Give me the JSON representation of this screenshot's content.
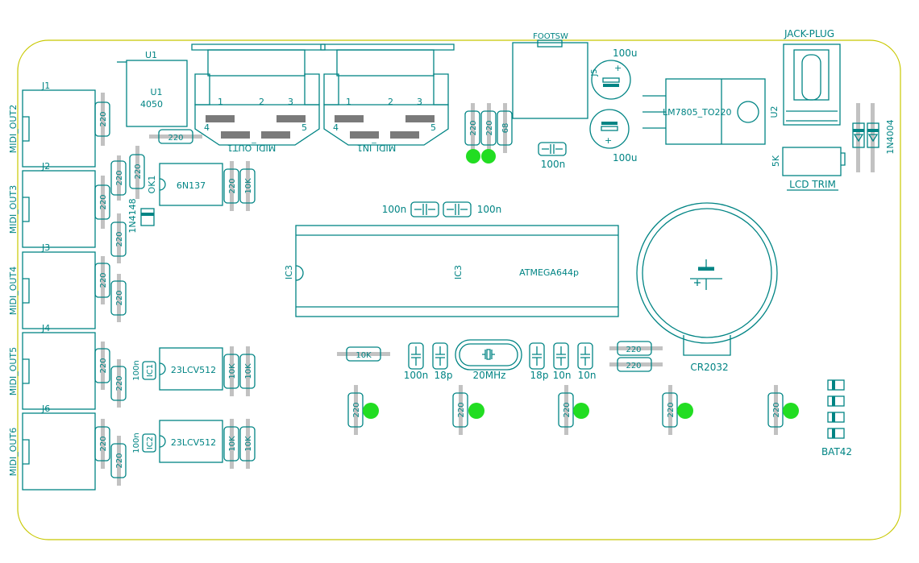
{
  "connectors": [
    {
      "ref": "J1",
      "value": "MIDI_OUT2"
    },
    {
      "ref": "J2",
      "value": "MIDI_OUT3"
    },
    {
      "ref": "J3",
      "value": "MIDI_OUT4"
    },
    {
      "ref": "J4",
      "value": "MIDI_OUT5"
    },
    {
      "ref": "J6",
      "value": "MIDI_OUT6"
    }
  ],
  "din": [
    {
      "value": "MIDI_OUT1"
    },
    {
      "value": "MIDI_IN1"
    }
  ],
  "din_pins": [
    "1",
    "2",
    "3",
    "4",
    "5"
  ],
  "u1": {
    "ref": "U1",
    "value": "4050"
  },
  "ok1": {
    "ref": "OK1",
    "value": "6N137"
  },
  "d1n4148": "1N4148",
  "mem": [
    {
      "ref": "IC1",
      "value": "23LCV512"
    },
    {
      "ref": "IC2",
      "value": "23LCV512"
    }
  ],
  "mcu": {
    "ref": "IC3",
    "value": "ATMEGA644p"
  },
  "battery": "CR2032",
  "crystal": "20MHz",
  "footsw": "FOOTSW",
  "jackplug": "JACK-PLUG",
  "regulator": {
    "ref": "U2",
    "value": "LM7805_TO220"
  },
  "lcd_trim": {
    "value": "5K",
    "label": "LCD TRIM"
  },
  "d1n4004": "1N4004",
  "bat42": "BAT42",
  "j5": "J5",
  "values": {
    "r220": "220",
    "r10k": "10K",
    "r68": "68",
    "c100n": "100n",
    "c18p": "18p",
    "c10n": "10n",
    "c100u": "100u"
  },
  "colors": {
    "silkscreen": "#008484",
    "board_edge": "#c8c800",
    "led": "#22dd22",
    "pin": "#c2c2c2"
  }
}
